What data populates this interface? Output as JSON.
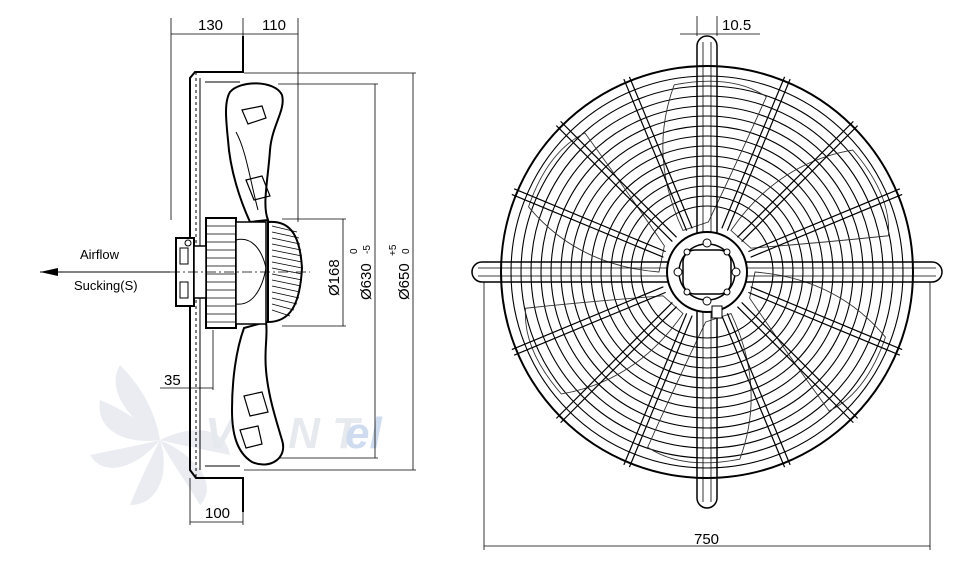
{
  "side_view": {
    "airflow_label": "Airflow",
    "sucking_label": "Sucking(S)",
    "dims": {
      "top_left": "130",
      "top_right": "110",
      "bottom": "100",
      "small": "35",
      "hub_dia": "Ø168",
      "inner_dia": "Ø630",
      "inner_tol_upper": "0",
      "inner_tol_lower": "-5",
      "outer_dia": "Ø650",
      "outer_tol_upper": "+5",
      "outer_tol_lower": "0"
    }
  },
  "front_view": {
    "dims": {
      "top": "10.5",
      "width": "750"
    }
  },
  "watermark": {
    "text": "VENTEL",
    "color": "#cfd6e3",
    "accent": "#9fb7dd"
  }
}
